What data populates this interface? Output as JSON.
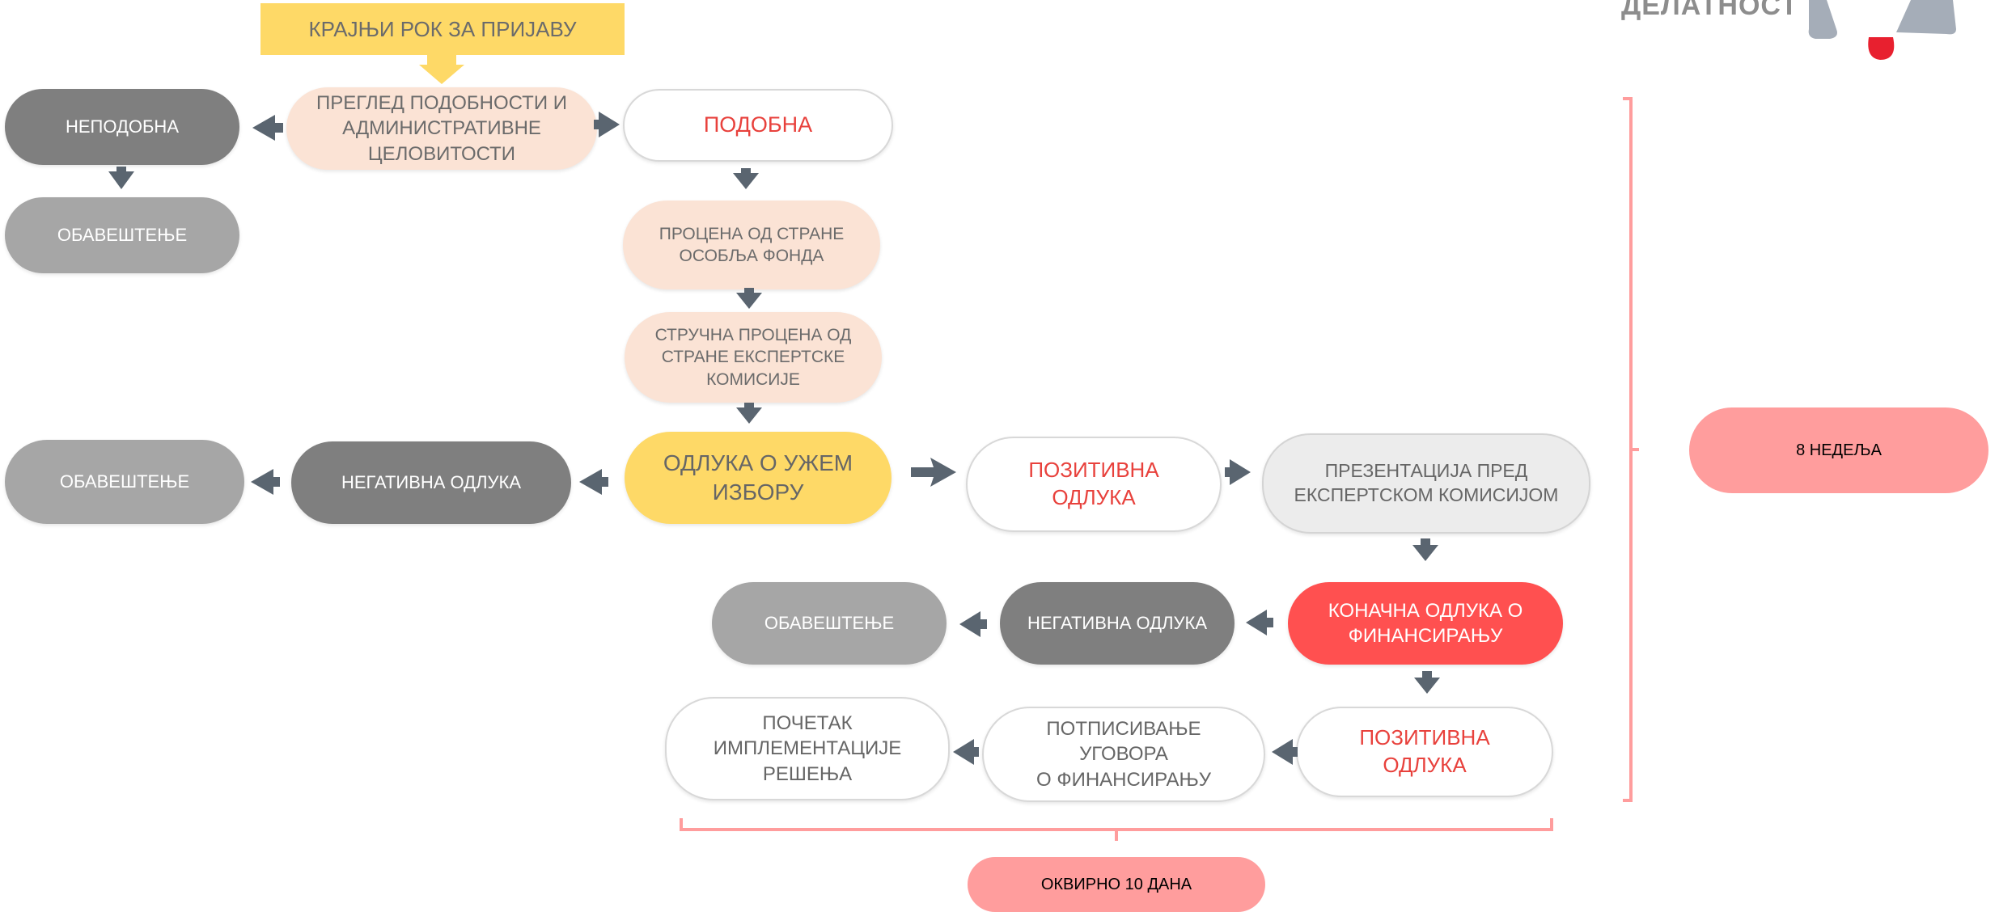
{
  "deadline_banner": "КРАЈЊИ РОК ЗА ПРИЈАВУ",
  "corner_label": "ДЕЛАТНОСТ",
  "nodes": {
    "eligibility_review": "ПРЕГЛЕД ПОДОБНОСТИ И\nАДМИНИСТРАТИВНЕ\nЦЕЛОВИТОСТИ",
    "ineligible": "НЕПОДОБНА",
    "notification_1": "ОБАВЕШТЕЊЕ",
    "eligible": "ПОДОБНА",
    "staff_assessment": "ПРОЦЕНА ОД СТРАНЕ\nОСОБЉА ФОНДА",
    "expert_assessment": "СТРУЧНА ПРОЦЕНА ОД\nСТРАНЕ ЕКСПЕРТСКЕ\nКОМИСИЈЕ",
    "shortlist_decision": "ОДЛУКА О УЖЕМ\nИЗБОРУ",
    "negative_decision_1": "НЕГАТИВНА ОДЛУКА",
    "notification_2": "ОБАВЕШТЕЊЕ",
    "positive_decision_1": "ПОЗИТИВНА ОДЛУКА",
    "presentation": "ПРЕЗЕНТАЦИЈА ПРЕД\nЕКСПЕРТСКОМ КОМИСИЈОМ",
    "final_decision": "КОНАЧНА ОДЛУКА О\nФИНАНСИРАЊУ",
    "negative_decision_2": "НЕГАТИВНА ОДЛУКА",
    "notification_3": "ОБАВЕШТЕЊЕ",
    "positive_decision_2": "ПОЗИТИВНА ОДЛУКА",
    "contract_signing": "ПОТПИСИВАЊЕ УГОВОРА\nО ФИНАНСИРАЊУ",
    "implementation_start": "ПОЧЕТАК\nИМПЛЕМЕНТАЦИЈЕ\nРЕШЕЊА"
  },
  "durations": {
    "weeks_8": "8 НЕДЕЉА",
    "days_10": "ОКВИРНО 10 ДАНА"
  },
  "colors": {
    "yellow": "#fed967",
    "peach": "#fbe3d5",
    "dark_gray": "#7f7f7f",
    "mid_gray": "#a6a6a6",
    "light_gray": "#ececec",
    "red": "#ff5050",
    "red_text": "#e8413c",
    "pink": "#ff9d9d",
    "arrow": "#5a6570",
    "logo_gray": "#a5adb8",
    "logo_red": "#e8202f"
  }
}
